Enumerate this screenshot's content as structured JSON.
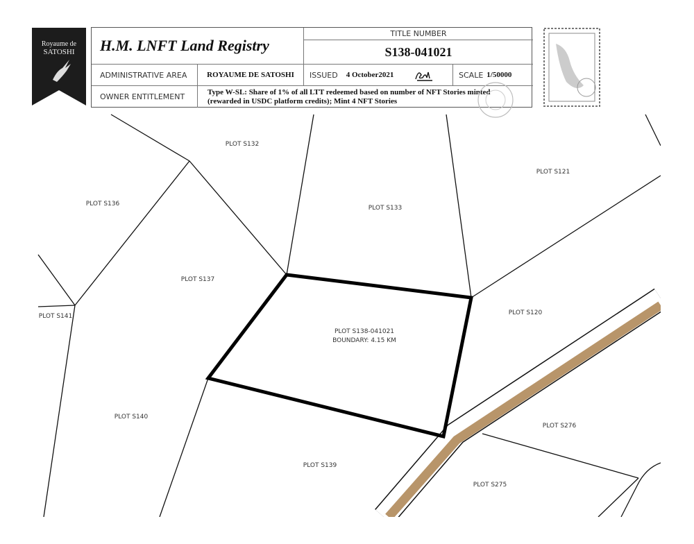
{
  "logo": {
    "line1": "Royaume de",
    "line2": "SATOSHI"
  },
  "header": {
    "title": "H.M. LNFT Land Registry",
    "title_number_label": "TITLE NUMBER",
    "title_number": "S138-041021",
    "admin_area_label": "ADMINISTRATIVE AREA",
    "admin_area": "ROYAUME DE SATOSHI",
    "issued_label": "ISSUED",
    "issued": "4 October2021",
    "scale_label": "SCALE",
    "scale": "1/50000",
    "owner_label": "OWNER ENTITLEMENT",
    "owner_line1": "Type W-SL: Share of 1% of all LTT redeemed based on number of NFT Stories minted",
    "owner_line2": "(rewarded in USDC platform credits); Mint 4 NFT Stories"
  },
  "plots": {
    "s132": "PLOT S132",
    "s121": "PLOT S121",
    "s136": "PLOT S136",
    "s133": "PLOT S133",
    "s137": "PLOT S137",
    "s141": "PLOT S141",
    "s120": "PLOT S120",
    "main": "PLOT S138-041021",
    "boundary": "BOUNDARY: 4.15 KM",
    "s140": "PLOT S140",
    "s276": "PLOT S276",
    "s139": "PLOT S139",
    "s275": "PLOT S275"
  },
  "colors": {
    "road": "#b8956a",
    "banner": "#1c1c1c"
  }
}
